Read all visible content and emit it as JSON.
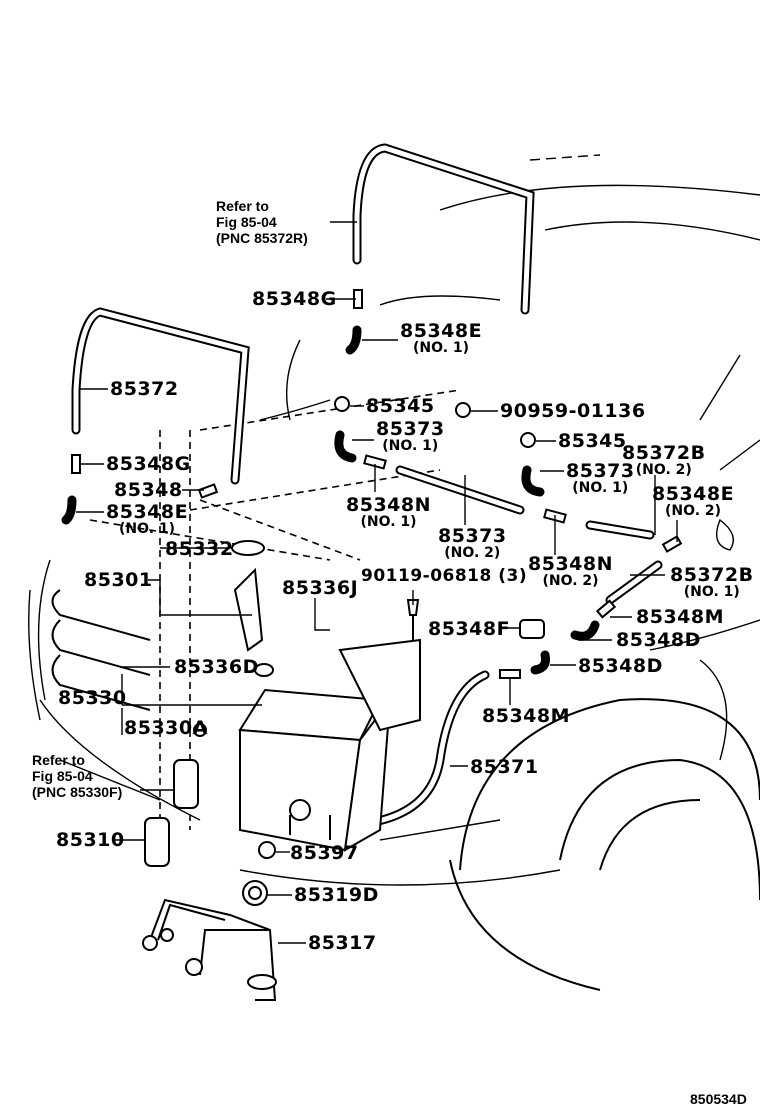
{
  "diagram": {
    "code": "850534D",
    "references": [
      {
        "line1": "Refer to",
        "line2": "Fig  85-04",
        "line3": "(PNC 85372R)"
      },
      {
        "line1": "Refer to",
        "line2": "Fig  85-04",
        "line3": "(PNC 85330F)"
      }
    ],
    "labels": [
      {
        "pn": "85348G",
        "note": ""
      },
      {
        "pn": "85348E",
        "note": "(NO. 1)"
      },
      {
        "pn": "85372",
        "note": ""
      },
      {
        "pn": "85345",
        "note": ""
      },
      {
        "pn": "90959-01136",
        "note": ""
      },
      {
        "pn": "85373",
        "note": "(NO. 1)"
      },
      {
        "pn": "85345",
        "note": ""
      },
      {
        "pn": "85372B",
        "note": "(NO. 2)"
      },
      {
        "pn": "85373",
        "note": "(NO. 1)"
      },
      {
        "pn": "85348G",
        "note": ""
      },
      {
        "pn": "85348",
        "note": ""
      },
      {
        "pn": "85348E",
        "note": "(NO. 2)"
      },
      {
        "pn": "85348E",
        "note": "(NO. 1)"
      },
      {
        "pn": "85348N",
        "note": "(NO. 1)"
      },
      {
        "pn": "85373",
        "note": "(NO. 2)"
      },
      {
        "pn": "85332",
        "note": ""
      },
      {
        "pn": "85348N",
        "note": "(NO. 2)"
      },
      {
        "pn": "85372B",
        "note": "(NO. 1)"
      },
      {
        "pn": "85301",
        "note": ""
      },
      {
        "pn": "90119-06818 (3)",
        "note": ""
      },
      {
        "pn": "85336J",
        "note": ""
      },
      {
        "pn": "85348F",
        "note": ""
      },
      {
        "pn": "85348M",
        "note": ""
      },
      {
        "pn": "85348D",
        "note": ""
      },
      {
        "pn": "85336D",
        "note": ""
      },
      {
        "pn": "85348D",
        "note": ""
      },
      {
        "pn": "85330",
        "note": ""
      },
      {
        "pn": "85348M",
        "note": ""
      },
      {
        "pn": "85330A",
        "note": ""
      },
      {
        "pn": "85371",
        "note": ""
      },
      {
        "pn": "85310",
        "note": ""
      },
      {
        "pn": "85397",
        "note": ""
      },
      {
        "pn": "85319D",
        "note": ""
      },
      {
        "pn": "85317",
        "note": ""
      }
    ]
  }
}
